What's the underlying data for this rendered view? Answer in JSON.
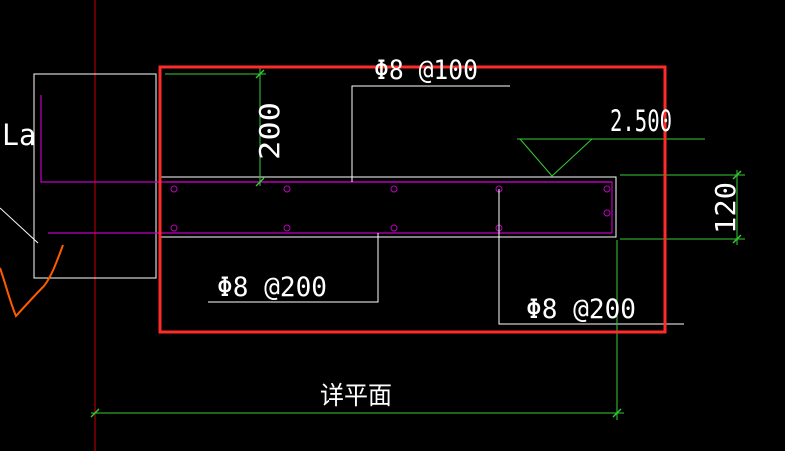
{
  "labels": {
    "top_rebar": "Φ8 @100",
    "elevation": "2.500",
    "dim_vertical": "200",
    "dim_thickness": "120",
    "bottom_rebar_left": "Φ8 @200",
    "bottom_rebar_right": "Φ8 @200",
    "anchor_label": "La",
    "plan_note": "详平面"
  },
  "colors": {
    "background": "#000000",
    "slab": "#c000c0",
    "rebar_dot": "#c000c0",
    "leader": "#ffffff",
    "dimension": "#33cc33",
    "axis": "#cc0000",
    "highlight_box": "#ff2a2a",
    "sketch": "#ff5a00",
    "text": "#ffffff"
  }
}
